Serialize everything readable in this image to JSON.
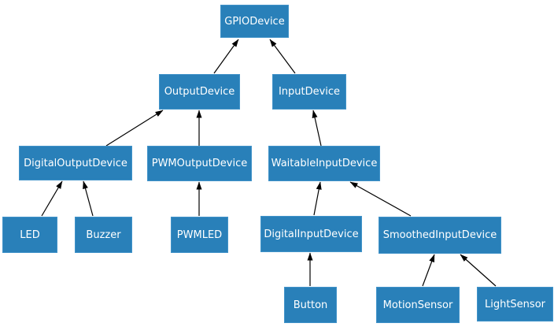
{
  "diagram": {
    "type": "class-inheritance-tree",
    "colors": {
      "background": "#ffffff",
      "node_fill": "#2980b9",
      "node_border": "#4193c9",
      "node_text": "#ffffff",
      "edge": "#000000"
    },
    "nodes": {
      "gpiodevice": {
        "label": "GPIODevice"
      },
      "outputdevice": {
        "label": "OutputDevice"
      },
      "inputdevice": {
        "label": "InputDevice"
      },
      "digitaloutputdevice": {
        "label": "DigitalOutputDevice"
      },
      "pwmoutputdevice": {
        "label": "PWMOutputDevice"
      },
      "waitableinputdevice": {
        "label": "WaitableInputDevice"
      },
      "led": {
        "label": "LED"
      },
      "buzzer": {
        "label": "Buzzer"
      },
      "pwmled": {
        "label": "PWMLED"
      },
      "digitalinputdevice": {
        "label": "DigitalInputDevice"
      },
      "smoothedinputdevice": {
        "label": "SmoothedInputDevice"
      },
      "button": {
        "label": "Button"
      },
      "motionsensor": {
        "label": "MotionSensor"
      },
      "lightsensor": {
        "label": "LightSensor"
      }
    },
    "edges": [
      {
        "from": "OutputDevice",
        "to": "GPIODevice"
      },
      {
        "from": "InputDevice",
        "to": "GPIODevice"
      },
      {
        "from": "DigitalOutputDevice",
        "to": "OutputDevice"
      },
      {
        "from": "PWMOutputDevice",
        "to": "OutputDevice"
      },
      {
        "from": "WaitableInputDevice",
        "to": "InputDevice"
      },
      {
        "from": "LED",
        "to": "DigitalOutputDevice"
      },
      {
        "from": "Buzzer",
        "to": "DigitalOutputDevice"
      },
      {
        "from": "PWMLED",
        "to": "PWMOutputDevice"
      },
      {
        "from": "DigitalInputDevice",
        "to": "WaitableInputDevice"
      },
      {
        "from": "SmoothedInputDevice",
        "to": "WaitableInputDevice"
      },
      {
        "from": "Button",
        "to": "DigitalInputDevice"
      },
      {
        "from": "MotionSensor",
        "to": "SmoothedInputDevice"
      },
      {
        "from": "LightSensor",
        "to": "SmoothedInputDevice"
      }
    ]
  }
}
